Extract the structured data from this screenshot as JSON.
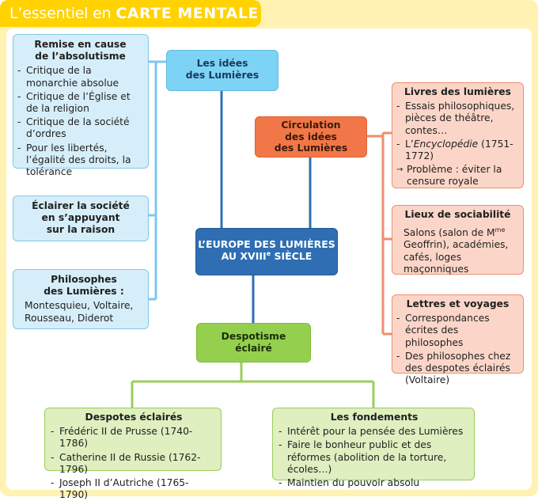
{
  "title": {
    "prefix": "L’essentiel en ",
    "bold": "CARTE MENTALE"
  },
  "left": {
    "header": "Les idées\ndes Lumières",
    "box1": {
      "heading": "Remise en cause\nde l’absolutisme",
      "items": [
        "Critique de la monarchie absolue",
        "Critique de l’Église et de la religion",
        "Critique de la société d’ordres",
        "Pour les libertés, l’égalité des droits, la tolérance"
      ]
    },
    "box2": {
      "heading": "Éclairer la société\nen s’appuyant\nsur la raison"
    },
    "box3": {
      "heading": "Philosophes\ndes Lumières :",
      "text": "Montesquieu, Voltaire, Rousseau, Diderot"
    }
  },
  "center": {
    "title_main": "L’EUROPE DES LUMIÈRES",
    "title_line2": "AU XVIII",
    "title_sup": "e",
    "title_end": " SIÈCLE"
  },
  "right": {
    "header": "Circulation\ndes idées\ndes Lumières",
    "box1": {
      "heading": "Livres des lumières",
      "item1": "Essais philosophiques, pièces de théâtre, contes…",
      "item2_pre": "L’",
      "item2_italic": "Encyclopédie",
      "item2_post": " (1751-1772)",
      "arrow_item": "Problème : éviter la censure royale"
    },
    "box2": {
      "heading": "Lieux de sociabilité",
      "text_pre": "Salons (salon de M",
      "text_sup": "me",
      "text_post": " Geoffrin), académies, cafés, loges maçonniques"
    },
    "box3": {
      "heading": "Lettres et voyages",
      "items": [
        "Correspondances écrites des philosophes",
        "Des philosophes chez des despotes éclairés (Voltaire)"
      ]
    }
  },
  "bottom": {
    "header": "Despotisme\néclairé",
    "box1": {
      "heading": "Despotes éclairés",
      "items": [
        "Frédéric II de Prusse (1740-1786)",
        "Catherine II de Russie (1762-1796)",
        "Joseph II d’Autriche (1765-1790)"
      ]
    },
    "box2": {
      "heading": "Les fondements",
      "items": [
        "Intérêt pour la pensée des Lumières",
        "Faire le bonheur public et des réformes (abolition de la torture, écoles…)",
        "Maintien du pouvoir absolu"
      ]
    }
  },
  "colors": {
    "title_bar": "#ffd200",
    "frame": "#fff2b3",
    "blue_line": "#7fc8ec",
    "center_line": "#2f6eb2",
    "orange_line": "#ef8e6c",
    "green_line": "#9ccd5c"
  }
}
